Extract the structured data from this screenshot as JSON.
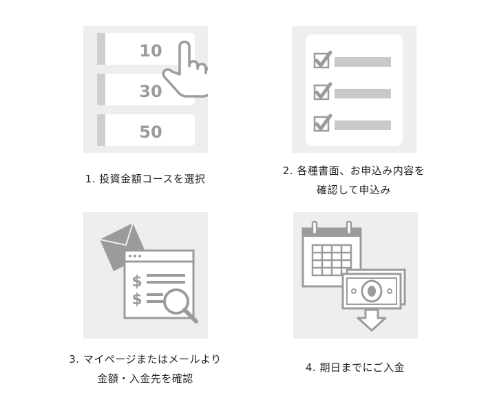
{
  "steps": [
    {
      "caption_lines": [
        "1. 投資金額コースを選択"
      ],
      "options": [
        "10",
        "30",
        "50"
      ],
      "icon": "course-select-illustration"
    },
    {
      "caption_lines": [
        "2. 各種書面、お申込み内容を",
        "確認して申込み"
      ],
      "icon": "checklist-illustration"
    },
    {
      "caption_lines": [
        "3. マイページまたはメールより",
        "金額・入金先を確認"
      ],
      "amount_symbols": [
        "$",
        "$"
      ],
      "icon": "mail-and-page-illustration"
    },
    {
      "caption_lines": [
        "4. 期日までにご入金"
      ],
      "icon": "calendar-and-money-illustration"
    }
  ],
  "colors": {
    "panel_bg": "#eeeeee",
    "icon_gray": "#9b9b9b",
    "icon_light": "#c9c9c9",
    "text": "#222222"
  }
}
